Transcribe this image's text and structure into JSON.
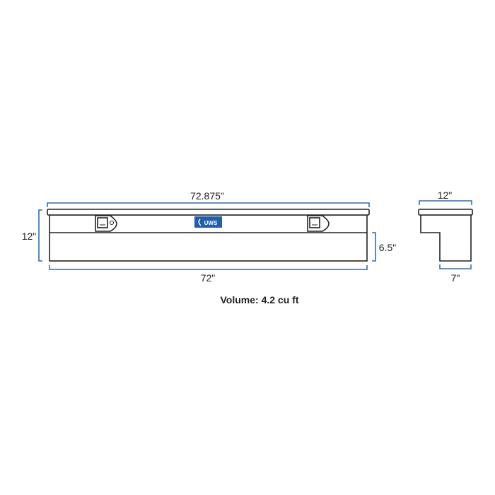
{
  "colors": {
    "dimension_line": "#2f6db5",
    "logo_bg": "#1f5fad",
    "outline": "#222222"
  },
  "front_view": {
    "overall_width_label": "72.875\"",
    "height_label": "12\"",
    "body_width_label": "72\"",
    "lower_height_label": "6.5\"",
    "logo_text": "UWS"
  },
  "side_view": {
    "top_depth_label": "12\"",
    "bottom_depth_label": "7\""
  },
  "volume_label": "Volume: 4.2 cu ft"
}
